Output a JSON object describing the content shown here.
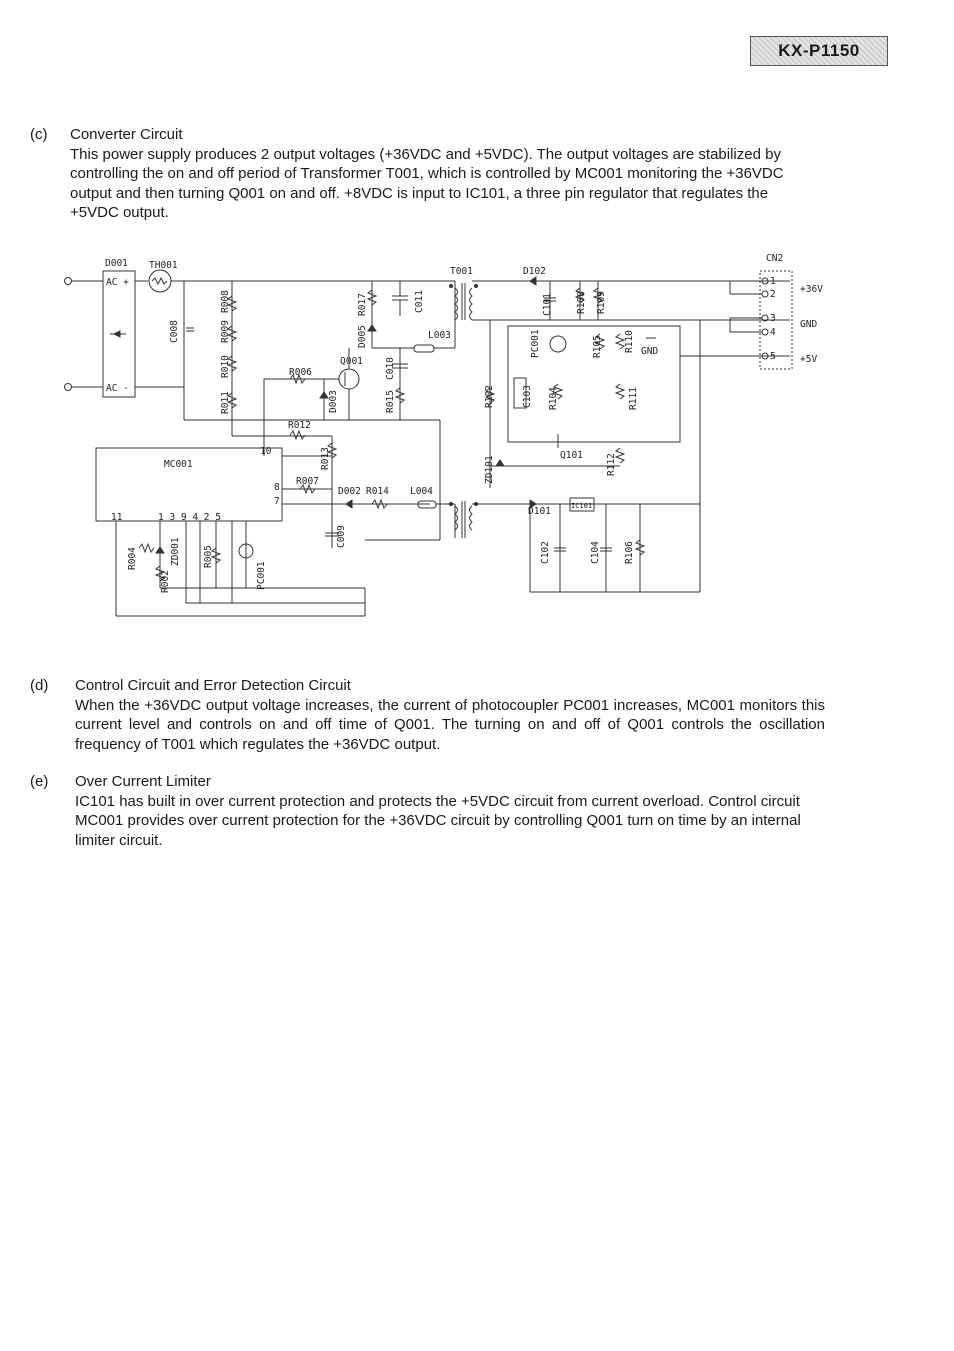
{
  "header": {
    "model": "KX-P1150"
  },
  "sections": {
    "c": {
      "label": "(c)",
      "title": "Converter Circuit",
      "body": "This power supply produces 2 output voltages (+36VDC and +5VDC). The output voltages are stabilized by controlling the on and off period of Transformer T001, which is controlled by MC001 monitoring the +36VDC output and then turning Q001 on and off. +8VDC is input to IC101, a three pin regulator that regulates the +5VDC output."
    },
    "d": {
      "label": "(d)",
      "title": "Control Circuit and Error Detection Circuit",
      "body": "When the +36VDC output voltage increases, the current of photocoupler PC001 increases, MC001 monitors this current level and controls on and off time of Q001. The turning on and off of Q001 controls the oscillation frequency of T001 which regulates the +36VDC output."
    },
    "e": {
      "label": "(e)",
      "title": "Over Current Limiter",
      "body": "IC101 has built in over current protection and protects the +5VDC circuit from current overload. Control circuit MC001 provides over current protection for the +36VDC circuit by controlling Q001 turn on time by an internal limiter circuit."
    }
  },
  "schematic": {
    "labels": {
      "d001": "D001",
      "th001": "TH001",
      "ac_plus": "AC +",
      "ac_minus": "AC -",
      "c008": "C008",
      "r008": "R008",
      "r009": "R009",
      "r010": "R010",
      "r011": "R011",
      "r017": "R017",
      "d005": "D005",
      "c011": "C011",
      "l003": "L003",
      "q001": "Q001",
      "r006": "R006",
      "d003": "D003",
      "c010": "C010",
      "r015": "R015",
      "r012": "R012",
      "r013": "R013",
      "mc001": "MC001",
      "r007": "R007",
      "d002": "D002",
      "r014": "R014",
      "l004": "L004",
      "c009": "C009",
      "t001": "T001",
      "d102": "D102",
      "c101": "C101",
      "r108": "R108",
      "r109": "R109",
      "pc001_sec": "PC001",
      "r105": "R105",
      "r110": "R110",
      "gnd_sym": "GND",
      "r102": "R102",
      "c103": "C103",
      "r104": "R104",
      "r111": "R111",
      "q101": "Q101",
      "r112": "R112",
      "zd101": "ZD101",
      "d101": "D101",
      "ic101": "IC101",
      "c102": "C102",
      "c104": "C104",
      "r106": "R106",
      "r004": "R004",
      "zd001": "ZD001",
      "r002": "R002",
      "r005": "R005",
      "pc001_pri": "PC001",
      "cn2": "CN2",
      "pin1": "1",
      "pin2": "2",
      "pin3": "3",
      "pin4": "4",
      "pin5": "5",
      "out_36v": "+36V",
      "out_gnd": "GND",
      "out_5v": "+5V",
      "mc_pin10": "10",
      "mc_pin8": "8",
      "mc_pin7": "7",
      "mc_pin11": "11",
      "mc_pins_bottom": "1  3 9  4  2 5"
    }
  }
}
